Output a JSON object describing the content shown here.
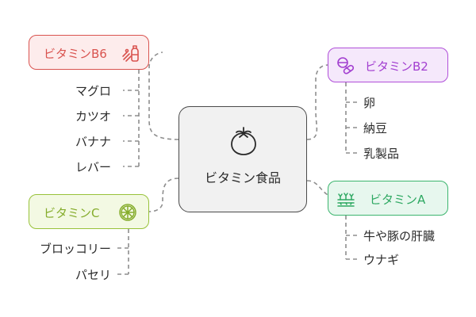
{
  "center": {
    "label": "ビタミン食品",
    "icon": "tomato-icon"
  },
  "categories": [
    {
      "id": "b6",
      "label": "ビタミンB6",
      "icon": "vegetables-icon",
      "color": "#d9534f",
      "items": [
        "マグロ",
        "カツオ",
        "バナナ",
        "レバー"
      ]
    },
    {
      "id": "b2",
      "label": "ビタミンB2",
      "icon": "pills-icon",
      "color": "#b04fd9",
      "items": [
        "卵",
        "納豆",
        "乳製品"
      ]
    },
    {
      "id": "a",
      "label": "ビタミンA",
      "icon": "carrots-icon",
      "color": "#3cb56e",
      "items": [
        "牛や豚の肝臓",
        "ウナギ"
      ]
    },
    {
      "id": "c",
      "label": "ビタミンC",
      "icon": "citrus-slice-icon",
      "color": "#98c23a",
      "items": [
        "ブロッコリー",
        "パセリ"
      ]
    }
  ]
}
